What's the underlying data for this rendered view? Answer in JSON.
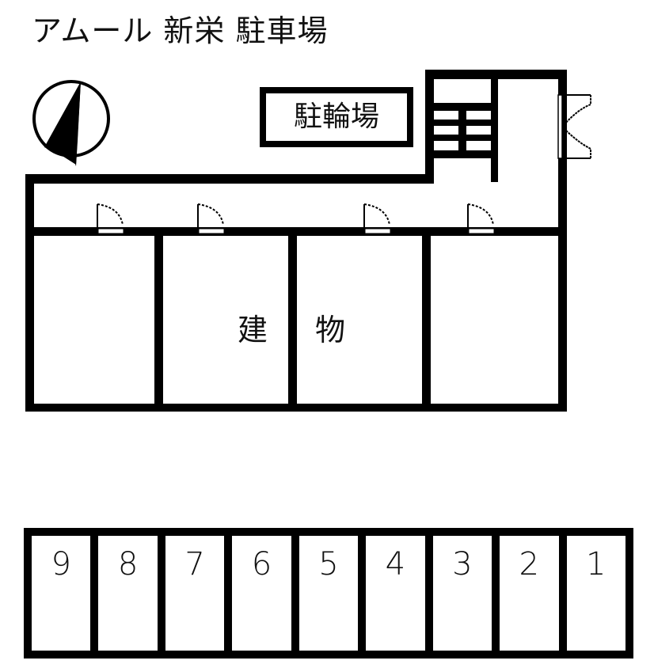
{
  "header": {
    "title": "アムール 新栄 駐車場"
  },
  "compass": {
    "icon": "north-arrow-icon",
    "direction": "north-northeast"
  },
  "bicycle_parking": {
    "label": "駐輪場"
  },
  "building": {
    "label_part1": "建",
    "label_part2": "物",
    "unit_count": 4,
    "doors": [
      {
        "id": "door-1",
        "icon": "door-swing-icon"
      },
      {
        "id": "door-2",
        "icon": "door-swing-icon"
      },
      {
        "id": "door-3",
        "icon": "door-swing-icon"
      },
      {
        "id": "door-4",
        "icon": "door-swing-icon"
      }
    ],
    "stairs": {
      "icon": "stairs-icon"
    },
    "entrance": {
      "icon": "double-door-icon"
    }
  },
  "parking": {
    "spaces": [
      {
        "number": "9"
      },
      {
        "number": "8"
      },
      {
        "number": "7"
      },
      {
        "number": "6"
      },
      {
        "number": "5"
      },
      {
        "number": "4"
      },
      {
        "number": "3"
      },
      {
        "number": "2"
      },
      {
        "number": "1"
      }
    ]
  },
  "colors": {
    "line": "#000000",
    "background": "#ffffff",
    "text": "#111111"
  }
}
